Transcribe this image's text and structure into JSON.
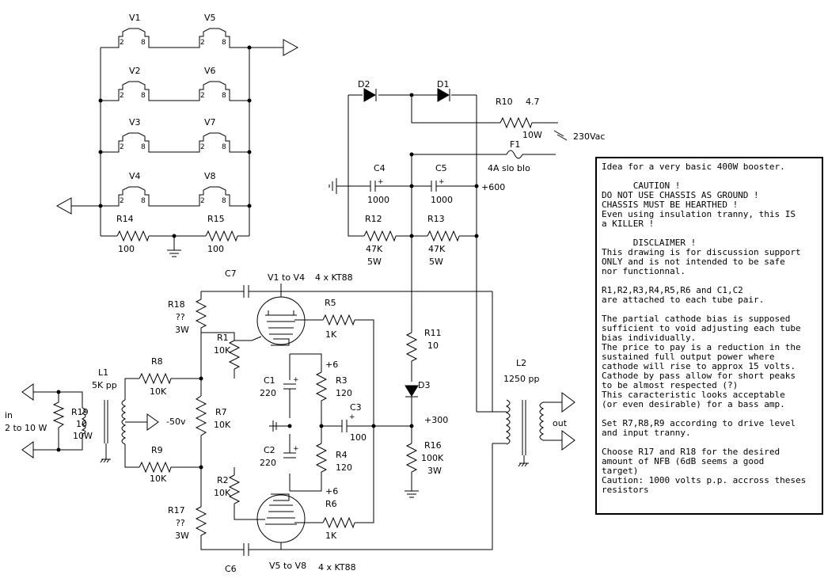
{
  "labels": {
    "v1": "V1",
    "v2": "V2",
    "v3": "V3",
    "v4": "V4",
    "v5": "V5",
    "v6": "V6",
    "v7": "V7",
    "v8": "V8",
    "pin2": "2",
    "pin8": "8",
    "r14": "R14",
    "r14v": "100",
    "r15": "R15",
    "r15v": "100",
    "d1": "D1",
    "d2": "D2",
    "r10": "R10",
    "r10v": "4.7",
    "r10w": "10W",
    "mains": "230Vac",
    "f1": "F1",
    "f1v": "4A slo blo",
    "c4": "C4",
    "c4v": "1000",
    "c5": "C5",
    "c5v": "1000",
    "p600": "+600",
    "r12": "R12",
    "r12v": "47K",
    "r12w": "5W",
    "r13": "R13",
    "r13v": "47K",
    "r13w": "5W",
    "c7": "C7",
    "tubes_top": "V1 to V4",
    "kt_top": "4 x KT88",
    "r18": "R18",
    "r18v": "??",
    "r18w": "3W",
    "r5": "R5",
    "r5v": "1K",
    "r1": "R1",
    "r1v": "10K",
    "r11": "R11",
    "r11v": "10",
    "c1": "C1",
    "c1v": "220",
    "p6a": "+6",
    "r3": "R3",
    "r3v": "120",
    "r8": "R8",
    "r8v": "10K",
    "l1": "L1",
    "l1v": "5K pp",
    "l2": "L2",
    "l2v": "1250 pp",
    "d3": "D3",
    "in": "in",
    "in_range": "2 to 10 W",
    "r19": "R19",
    "r19v": "10",
    "r19w": "10W",
    "neg50": "-50v",
    "r7": "R7",
    "r7v": "10K",
    "c3": "C3",
    "c3v": "100",
    "p300": "+300",
    "c2": "C2",
    "c2v": "220",
    "r4": "R4",
    "r4v": "120",
    "r9": "R9",
    "r9v": "10K",
    "r16": "R16",
    "r16v": "100K",
    "r16w": "3W",
    "out": "out",
    "r2": "R2",
    "r2v": "10K",
    "p6b": "+6",
    "r6": "R6",
    "r6v": "1K",
    "r17": "R17",
    "r17v": "??",
    "r17w": "3W",
    "c6": "C6",
    "tubes_bot": "V5 to V8",
    "kt_bot": "4 x KT88"
  },
  "note": [
    "Idea for a very basic 400W booster.",
    "",
    "      CAUTION !",
    "DO NOT USE CHASSIS AS GROUND !",
    "CHASSIS MUST BE HEARTHED !",
    "Even using insulation tranny, this IS",
    "a KILLER !",
    "",
    "      DISCLAIMER !",
    "This drawing is for discussion support",
    "ONLY and is not intended to be safe",
    "nor functionnal.",
    "",
    "R1,R2,R3,R4,R5,R6 and C1,C2",
    "are attached to each tube pair.",
    "",
    "The partial cathode bias is supposed",
    "sufficient to void adjusting each tube",
    "bias individually.",
    "The price to pay is a reduction in the",
    "sustained full output power where",
    "cathode will rise to approx 15 volts.",
    "Cathode by pass allow for short peaks",
    "to be almost respected (?)",
    "This caracteristic looks acceptable",
    "(or even desirable) for a bass amp.",
    "",
    "Set R7,R8,R9 according to drive level",
    "and input tranny.",
    "",
    "Choose R17 and R18 for the desired",
    "amount of NFB (6dB seems a good",
    "target)",
    "Caution: 1000 volts p.p. accross theses",
    "resistors"
  ]
}
